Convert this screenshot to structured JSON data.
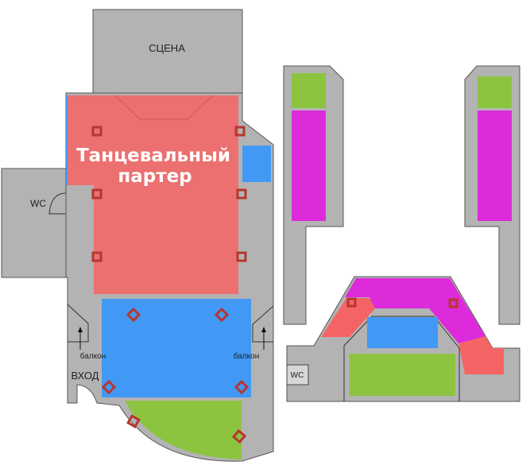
{
  "stage_label": "СЦЕНА",
  "dance_floor": {
    "line1": "Танцевальный",
    "line2": "партер"
  },
  "wc_main": "WC",
  "wc_balcony": "WC",
  "balcony_left": "балкон",
  "balcony_right": "балкон",
  "entrance": "ВХОД",
  "colors": {
    "wall": "#b3b3b3",
    "dance_floor": "#ec7070",
    "zone_blue": "#4299f5",
    "zone_green": "#8cc440",
    "zone_magenta": "#dd2bdb",
    "zone_red": "#f56464",
    "marker": "#b5372e"
  }
}
